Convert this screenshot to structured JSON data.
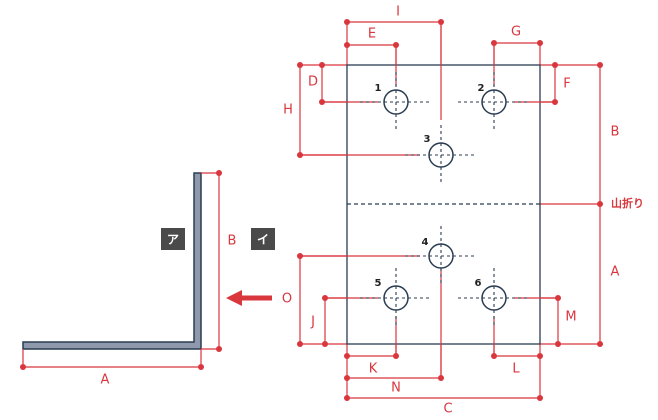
{
  "side_view": {
    "face_a_tag": "ア",
    "face_b_tag": "イ",
    "dim_a": "A",
    "dim_b": "B"
  },
  "flat_view": {
    "fold_label": "山折り",
    "holes": [
      "1",
      "2",
      "3",
      "4",
      "5",
      "6"
    ],
    "dims": {
      "A": "A",
      "B": "B",
      "C": "C",
      "D": "D",
      "E": "E",
      "F": "F",
      "G": "G",
      "H": "H",
      "I": "I",
      "J": "J",
      "K": "K",
      "L": "L",
      "M": "M",
      "N": "N",
      "O": "O"
    }
  },
  "colors": {
    "dimension": "#d9363e",
    "outline": "#2b3d52",
    "angle_fill": "#8e9aab",
    "tag_bg": "#4a4a4a"
  }
}
